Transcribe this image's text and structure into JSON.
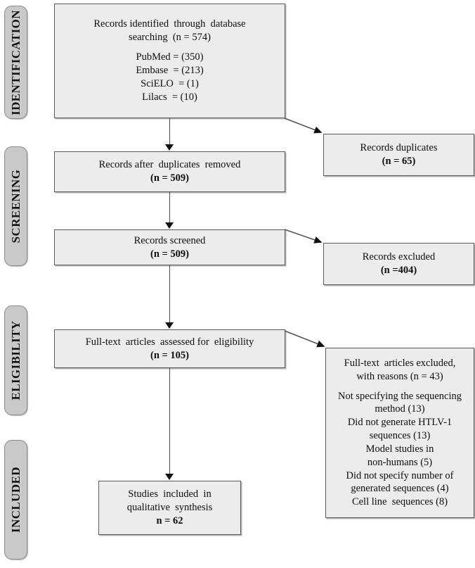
{
  "diagram": {
    "type": "prisma-flow-diagram",
    "stages": [
      {
        "id": "identification",
        "label": "IDENTIFICATION"
      },
      {
        "id": "screening",
        "label": "SCREENING"
      },
      {
        "id": "eligibility",
        "label": "ELIGIBILITY"
      },
      {
        "id": "included",
        "label": "INCLUDED"
      }
    ],
    "boxes": {
      "records_identified": {
        "lines": [
          {
            "text": "Records identified  through  database",
            "bold": false
          },
          {
            "text": "searching  (n = 574)",
            "bold": false
          },
          {
            "text": "",
            "bold": false
          },
          {
            "text": "PubMed = (350)",
            "bold": false
          },
          {
            "text": "Embase  = (213)",
            "bold": false
          },
          {
            "text": "SciELO  = (1)",
            "bold": false
          },
          {
            "text": "Lilacs  = (10)",
            "bold": false
          }
        ]
      },
      "records_after_duplicates": {
        "lines": [
          {
            "text": "Records after  duplicates  removed",
            "bold": false
          },
          {
            "text": "(n = 509)",
            "bold": true
          }
        ]
      },
      "records_screened": {
        "lines": [
          {
            "text": "Records screened",
            "bold": false
          },
          {
            "text": "(n = 509)",
            "bold": true
          }
        ]
      },
      "fulltext_assessed": {
        "lines": [
          {
            "text": "Full-text  articles  assessed for  eligibility",
            "bold": false
          },
          {
            "text": "(n = 105)",
            "bold": true
          }
        ]
      },
      "studies_included": {
        "lines": [
          {
            "text": "Studies  included  in",
            "bold": false
          },
          {
            "text": "qualitative  synthesis",
            "bold": false
          },
          {
            "text": "n = 62",
            "bold": true
          }
        ]
      },
      "records_duplicates": {
        "lines": [
          {
            "text": "Records duplicates",
            "bold": false
          },
          {
            "text": "(n = 65)",
            "bold": true
          }
        ]
      },
      "records_excluded": {
        "lines": [
          {
            "text": "Records excluded",
            "bold": false
          },
          {
            "text": "(n =404)",
            "bold": true
          }
        ]
      },
      "fulltext_excluded": {
        "lines": [
          {
            "text": "Full-text  articles excluded,",
            "bold": false
          },
          {
            "text": "with reasons (n = 43)",
            "bold": false
          },
          {
            "text": "",
            "bold": false
          },
          {
            "text": "Not specifying the sequencing",
            "bold": false
          },
          {
            "text": "method (13)",
            "bold": false
          },
          {
            "text": "Did not generate HTLV-1",
            "bold": false
          },
          {
            "text": "sequences (13)",
            "bold": false
          },
          {
            "text": "Model studies in",
            "bold": false
          },
          {
            "text": "non-humans (5)",
            "bold": false
          },
          {
            "text": "Did not specify number of",
            "bold": false
          },
          {
            "text": "generated sequences (4)",
            "bold": false
          },
          {
            "text": "Cell line  sequences (8)",
            "bold": false
          }
        ]
      }
    },
    "counts": {
      "identified_total": 574,
      "pubmed": 350,
      "embase": 213,
      "scielo": 1,
      "lilacs": 10,
      "duplicates_removed": 65,
      "after_duplicates": 509,
      "screened": 509,
      "screened_excluded": 404,
      "fulltext_assessed": 105,
      "fulltext_excluded": 43,
      "reason_not_specifying_sequencing_method": 13,
      "reason_did_not_generate_htlv1_sequences": 13,
      "reason_model_studies_non_humans": 5,
      "reason_did_not_specify_number_generated": 4,
      "reason_cell_line_sequences": 8,
      "included_qualitative": 62
    },
    "colors": {
      "box_fill": "#ececec",
      "box_border": "#595959",
      "pill_fill": "#c9c9c9",
      "pill_border": "#8a8a8a",
      "connector": "#4a4a4a",
      "text": "#0d0d0d"
    }
  }
}
